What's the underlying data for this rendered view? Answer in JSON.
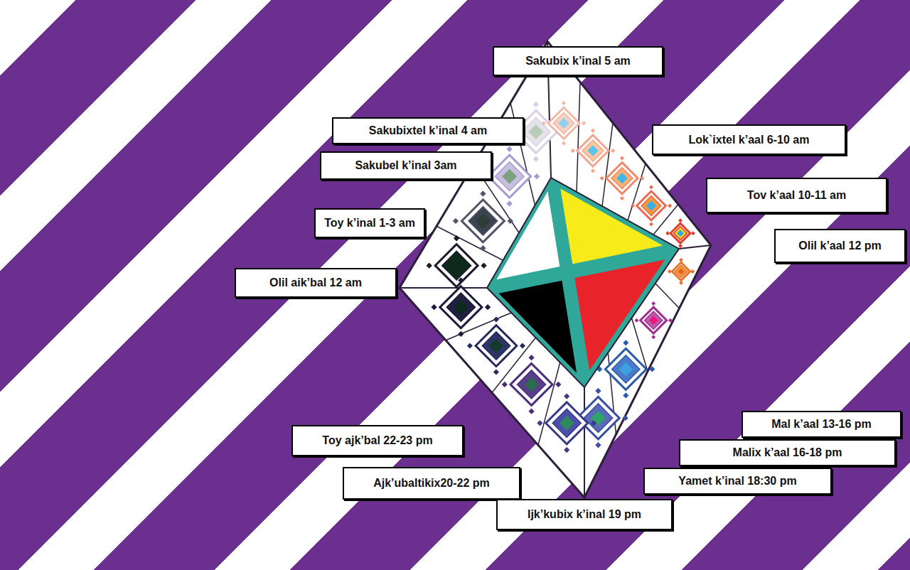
{
  "diagram": {
    "nodes": [
      {
        "text": [
          "Sakubix k’inal 5 am"
        ]
      },
      {
        "text": [
          "Sakubixtel k’inal 4 am"
        ]
      },
      {
        "text": [
          "Lok`ixtel k’aal 6-10 am"
        ]
      },
      {
        "text": [
          "Sakubel k’inal 3am"
        ]
      },
      {
        "text": [
          "Tov k’aal 10-11 am"
        ]
      },
      {
        "text": [
          "Toy k’inal 1-3 am"
        ]
      },
      {
        "text": [
          "Olil k’aal 12 pm"
        ]
      },
      {
        "text": [
          "Olil aik’bal 12 am"
        ]
      },
      {
        "text": [
          "Mal k’aal 13-16 pm"
        ]
      },
      {
        "text": [
          "Toy ajk’bal 22-23 pm"
        ]
      },
      {
        "text": [
          "Malix k’aal 16-18 pm"
        ]
      },
      {
        "text": [
          "Ajk’ubaltikix20-22 pm"
        ]
      },
      {
        "text": [
          "Yamet k’inal 18:30 pm"
        ]
      },
      {
        "text": [
          "Ijk’kubix k’inal 19 pm"
        ]
      }
    ]
  }
}
